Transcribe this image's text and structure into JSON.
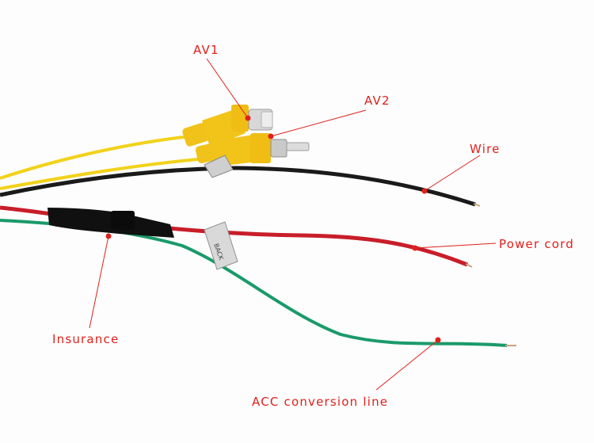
{
  "labels": {
    "av1": "AV1",
    "av2": "AV2",
    "wire": "Wire",
    "power_cord": "Power cord",
    "insurance": "Insurance",
    "acc_conversion_line": "ACC conversion line",
    "back_tag": "BACK"
  },
  "colors": {
    "label_text": "#e0201c",
    "leader_line": "#e0201c",
    "yellow_wire": "#f2d21a",
    "rca_yellow": "#f0c21a",
    "black_wire": "#1a1a1a",
    "red_wire": "#c81e2a",
    "green_wire": "#1a9a6a",
    "copper_tip": "#c9a27a"
  }
}
